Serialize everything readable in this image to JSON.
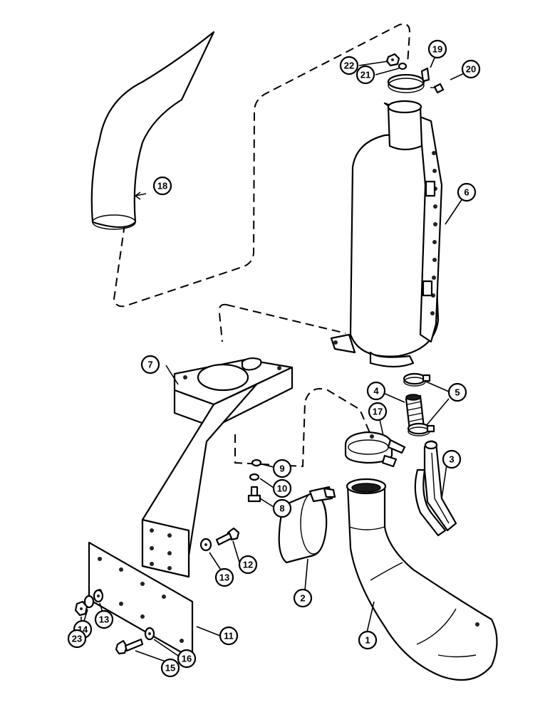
{
  "diagram": {
    "callouts": [
      {
        "id": "c1",
        "label": "1"
      },
      {
        "id": "c2",
        "label": "2"
      },
      {
        "id": "c3",
        "label": "3"
      },
      {
        "id": "c4",
        "label": "4"
      },
      {
        "id": "c5",
        "label": "5"
      },
      {
        "id": "c6",
        "label": "6"
      },
      {
        "id": "c7",
        "label": "7"
      },
      {
        "id": "c8",
        "label": "8"
      },
      {
        "id": "c9",
        "label": "9"
      },
      {
        "id": "c10",
        "label": "10"
      },
      {
        "id": "c11",
        "label": "11"
      },
      {
        "id": "c12",
        "label": "12"
      },
      {
        "id": "c13a",
        "label": "13"
      },
      {
        "id": "c13b",
        "label": "13"
      },
      {
        "id": "c14",
        "label": "14"
      },
      {
        "id": "c15",
        "label": "15"
      },
      {
        "id": "c16",
        "label": "16"
      },
      {
        "id": "c17",
        "label": "17"
      },
      {
        "id": "c18",
        "label": "18"
      },
      {
        "id": "c19",
        "label": "19"
      },
      {
        "id": "c20",
        "label": "20"
      },
      {
        "id": "c21",
        "label": "21"
      },
      {
        "id": "c22",
        "label": "22"
      },
      {
        "id": "c23",
        "label": "23"
      }
    ]
  }
}
